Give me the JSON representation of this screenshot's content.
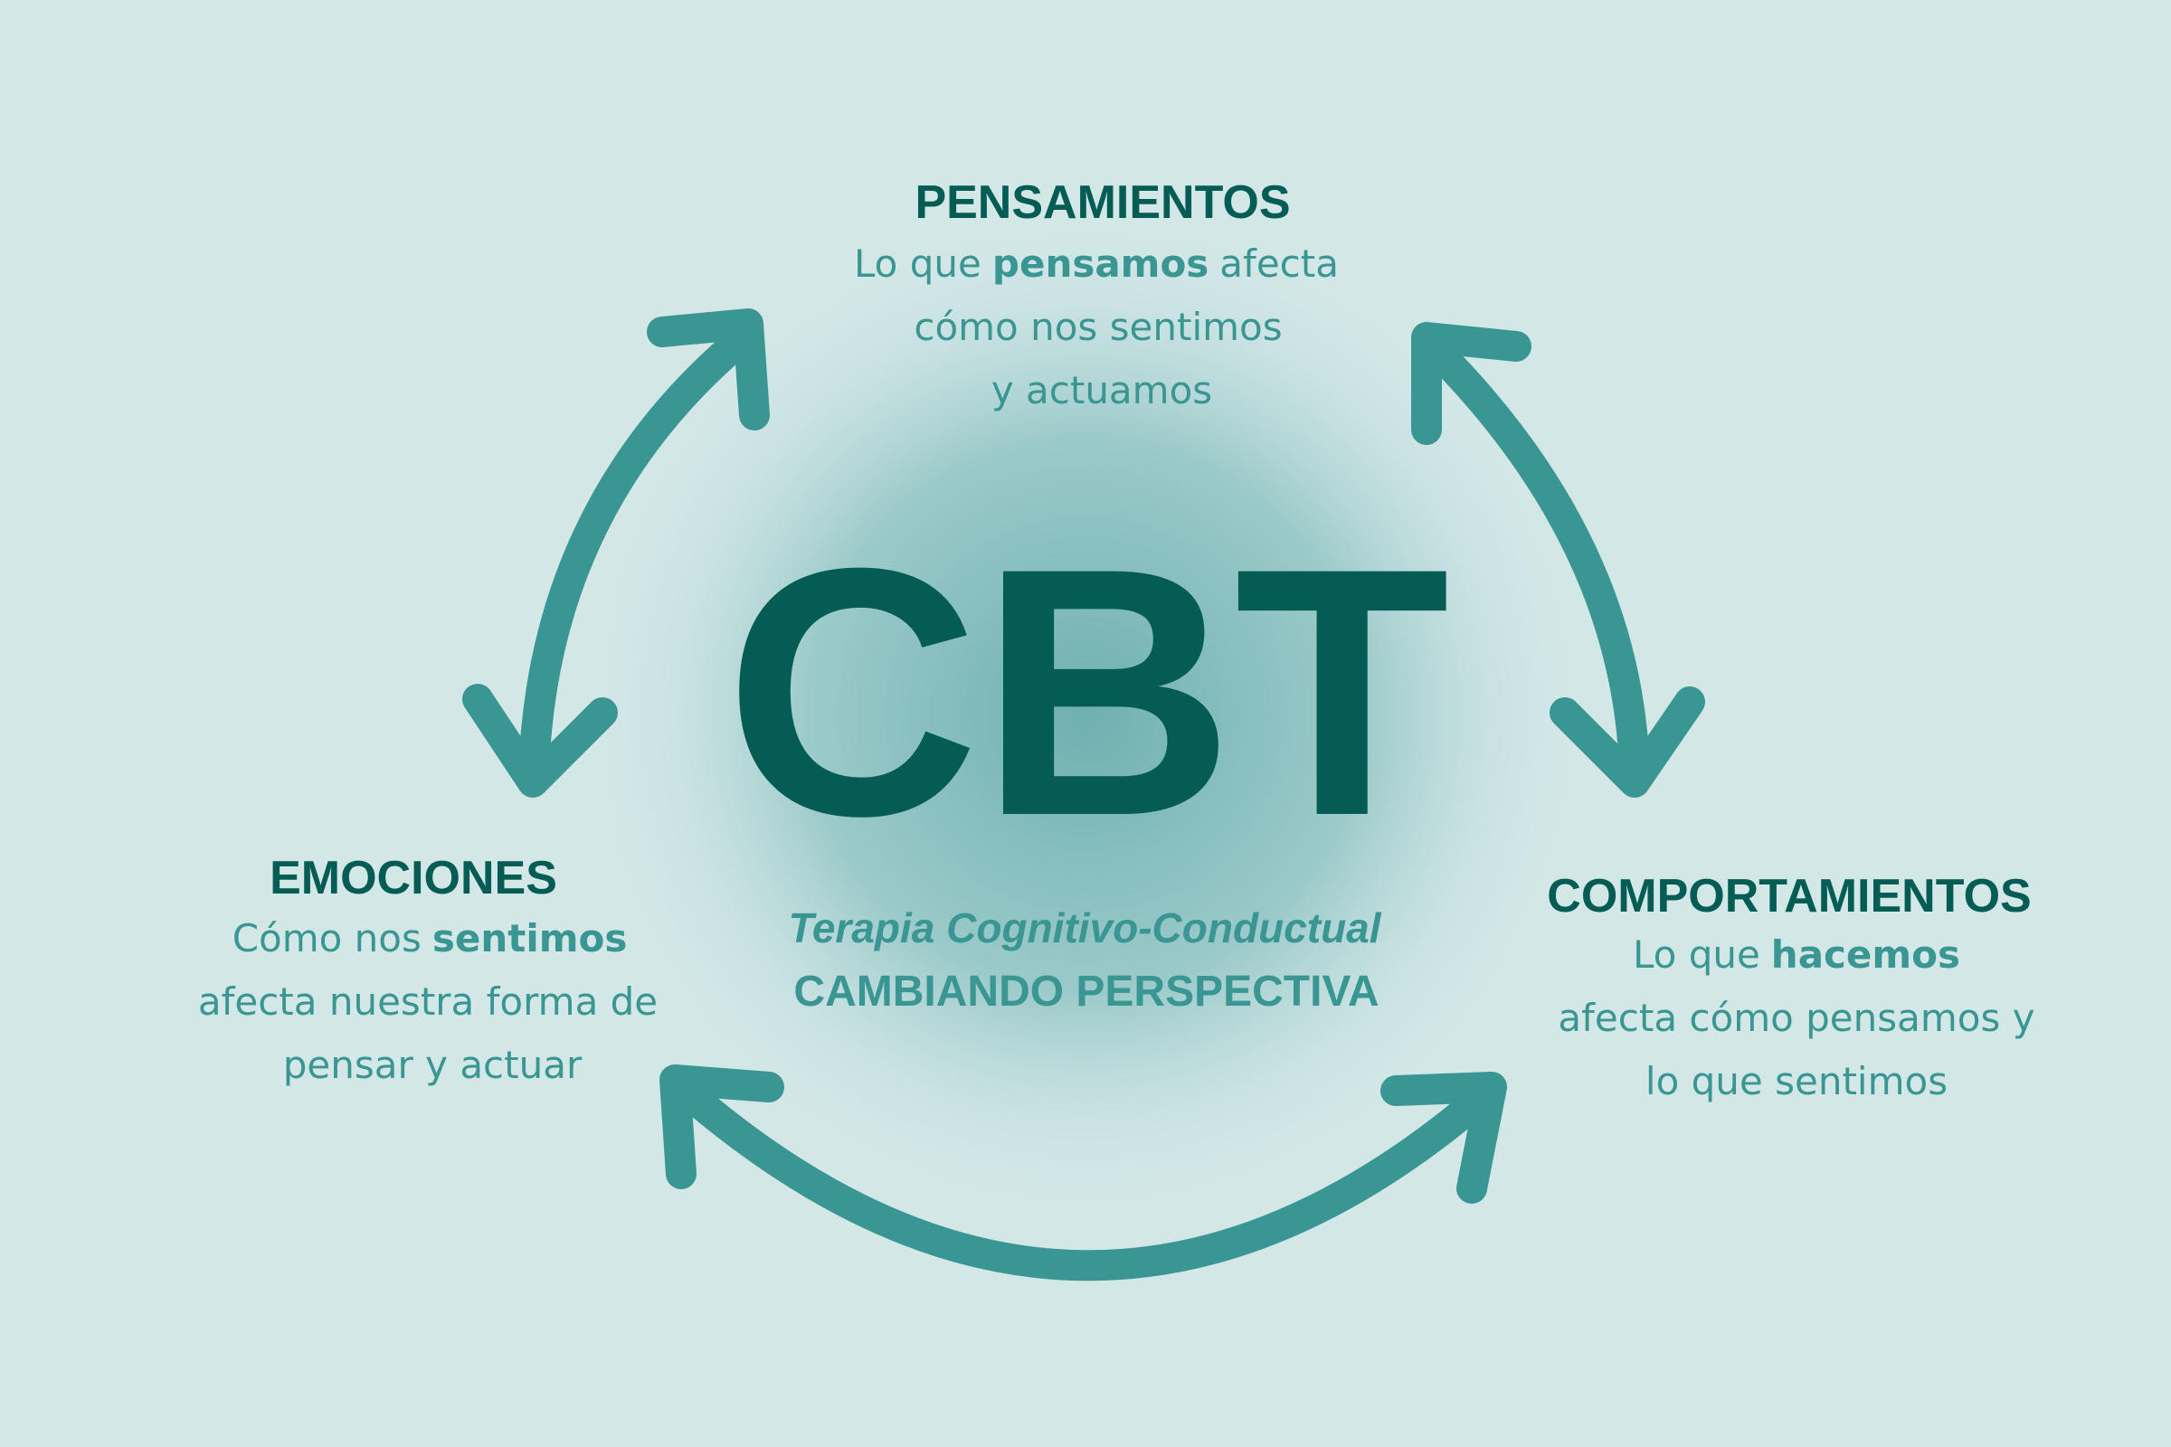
{
  "title": "CBT",
  "subtitle": "Terapia Cognitivo-Conductual",
  "tagline": "CAMBIANDO PERSPECTIVA",
  "nodes": {
    "pensamientos": {
      "heading": "PENSAMIENTOS",
      "line1_a": "Lo que ",
      "line1_bold": "pensamos",
      "line1_b": " afecta",
      "line2": "cómo nos sentimos",
      "line3": "y actuamos"
    },
    "emociones": {
      "heading": "EMOCIONES",
      "line1_a": "Cómo nos ",
      "line1_bold": "sentimos",
      "line2": "afecta nuestra forma de",
      "line3": "pensar y actuar"
    },
    "comportamientos": {
      "heading": "COMPORTAMIENTOS",
      "line1_a": "Lo que ",
      "line1_bold": "hacemos",
      "line2": "afecta cómo pensamos y",
      "line3": "lo que sentimos"
    }
  },
  "colors": {
    "dark": "#045c55",
    "accent": "#3a9693",
    "background": "#d3e7e7"
  }
}
